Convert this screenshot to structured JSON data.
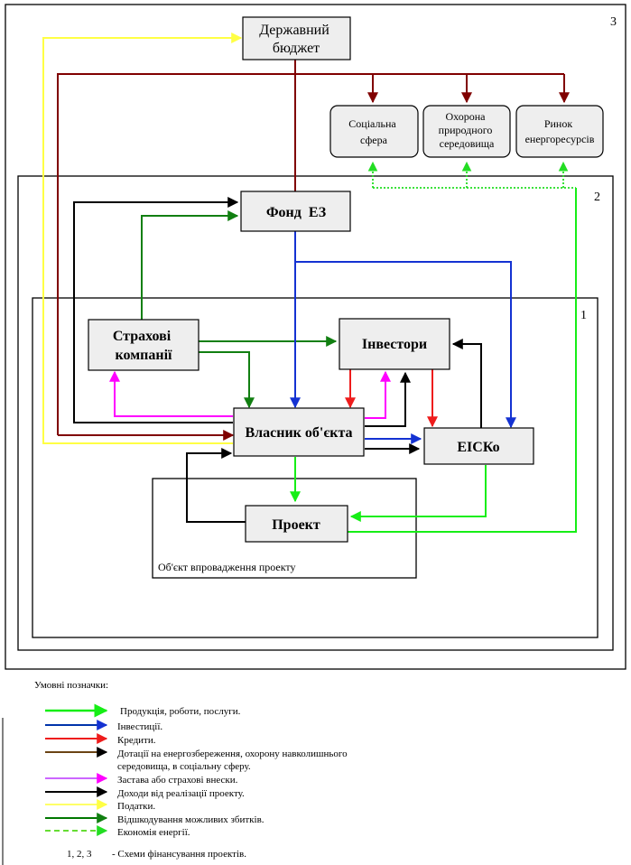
{
  "frame_numbers": {
    "outer": "3",
    "middle": "2",
    "inner": "1"
  },
  "nodes": {
    "state_budget": [
      "Державний",
      "бюджет"
    ],
    "social_sphere": [
      "Соціальна",
      "сфера"
    ],
    "env_protection": [
      "Охорона",
      "природного",
      "середовища"
    ],
    "energy_market": [
      "Ринок",
      "енергоресурсів"
    ],
    "fund_ez": [
      "Фонд  ЕЗ"
    ],
    "insurance": [
      "Страхові",
      "компанії"
    ],
    "investors": [
      "Інвестори"
    ],
    "owner": [
      "Власник об'єкта"
    ],
    "esco": [
      "ЕІСКо"
    ],
    "project": [
      "Проект"
    ]
  },
  "object_label": "Об'єкт впровадження проекту",
  "legend": {
    "title": "Умовні позначки:",
    "items": [
      {
        "text": "Продукція, роботи, послуги.",
        "color": "#00ee00",
        "style": "solid"
      },
      {
        "text": "Інвестиції.",
        "color": "#0033aa",
        "style": "solid"
      },
      {
        "text": "Кредити.",
        "color": "#ee1c1c",
        "style": "solid"
      },
      {
        "text": "Дотації на енергозбереження, охорону навколишнього",
        "text2": "середовища, в соціальну сферу.",
        "color": "#6b4414",
        "style": "solid"
      },
      {
        "text": "Застава або страхові внески.",
        "color": "#cc66ff",
        "style": "solid"
      },
      {
        "text": "Доходи від реалізації проекту.",
        "color": "#000000",
        "style": "solid"
      },
      {
        "text": "Податки.",
        "color": "#ffff66",
        "style": "solid"
      },
      {
        "text": "Відшкодування можливих збитків.",
        "color": "#007700",
        "style": "solid"
      },
      {
        "text": "Економія енергії.",
        "color": "#66dd33",
        "style": "dashed"
      }
    ],
    "schemes_numbers": "1, 2, 3",
    "schemes_text": "- Схеми фінансування проектів."
  },
  "colors": {
    "green": "#16ee16",
    "dark_green": "#117f11",
    "blue": "#1432d2",
    "red": "#ee1c1c",
    "dark_red": "#800000",
    "magenta": "#ff00ff",
    "black": "#000000",
    "yellow": "#ffff44",
    "dotted_green": "#22dd22",
    "node_fill": "#eeeeee"
  }
}
